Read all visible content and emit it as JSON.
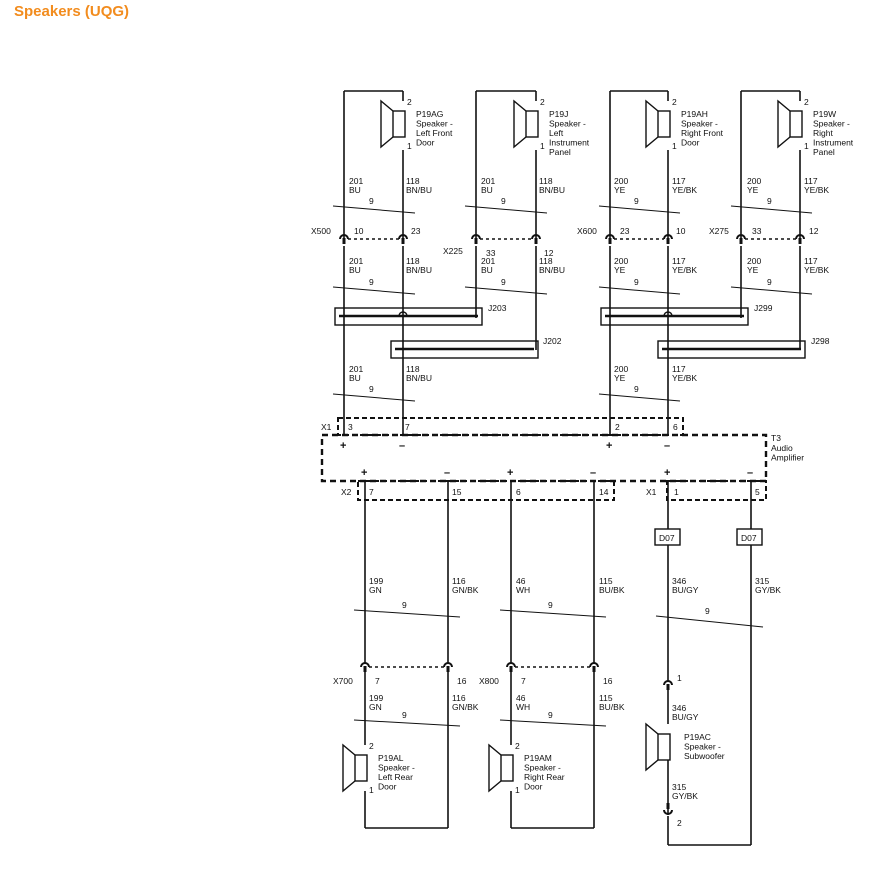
{
  "page": {
    "title": "Speakers (UQG)",
    "colors": {
      "title": "#f28c1e",
      "line": "#111111"
    }
  },
  "diagram": {
    "speakers": [
      {
        "id": "P19AG",
        "name": [
          "Speaker -",
          "Left Front",
          "Door"
        ],
        "pin_top": "2",
        "pin_bottom": "1"
      },
      {
        "id": "P19J",
        "name": [
          "Speaker -",
          "Left",
          "Instrument",
          "Panel"
        ],
        "pin_top": "2",
        "pin_bottom": "1"
      },
      {
        "id": "P19AH",
        "name": [
          "Speaker -",
          "Right Front",
          "Door"
        ],
        "pin_top": "2",
        "pin_bottom": "1"
      },
      {
        "id": "P19W",
        "name": [
          "Speaker -",
          "Right",
          "Instrument",
          "Panel"
        ],
        "pin_top": "2",
        "pin_bottom": "1"
      },
      {
        "id": "P19AL",
        "name": [
          "Speaker -",
          "Left Rear",
          "Door"
        ],
        "pin_top": "2",
        "pin_bottom": "1"
      },
      {
        "id": "P19AM",
        "name": [
          "Speaker -",
          "Right Rear",
          "Door"
        ],
        "pin_top": "2",
        "pin_bottom": "1"
      },
      {
        "id": "P19AC",
        "name": [
          "Speaker -",
          "Subwoofer"
        ],
        "pin_top": "1",
        "pin_bottom": "2"
      }
    ],
    "wires": [
      {
        "circuit": "201",
        "color": "BU"
      },
      {
        "circuit": "118",
        "color": "BN/BU"
      },
      {
        "circuit": "200",
        "color": "YE"
      },
      {
        "circuit": "117",
        "color": "YE/BK"
      },
      {
        "circuit": "199",
        "color": "GN"
      },
      {
        "circuit": "116",
        "color": "GN/BK"
      },
      {
        "circuit": "46",
        "color": "WH"
      },
      {
        "circuit": "115",
        "color": "BU/BK"
      },
      {
        "circuit": "346",
        "color": "BU/GY"
      },
      {
        "circuit": "315",
        "color": "GY/BK"
      }
    ],
    "twist": "9",
    "connectors": [
      {
        "name": "X500",
        "pins": [
          "10",
          "23"
        ]
      },
      {
        "name": "X225",
        "pins": [
          "33",
          "12"
        ]
      },
      {
        "name": "X600",
        "pins": [
          "23",
          "10"
        ]
      },
      {
        "name": "X275",
        "pins": [
          "33",
          "12"
        ]
      },
      {
        "name": "X700",
        "pins": [
          "7",
          "16"
        ]
      },
      {
        "name": "X800",
        "pins": [
          "7",
          "16"
        ]
      }
    ],
    "splices": [
      "J203",
      "J202",
      "J299",
      "J298"
    ],
    "amplifier": {
      "id": "T3",
      "name": [
        "Audio",
        "Amplifier"
      ],
      "x1_top": {
        "name": "X1",
        "pins": [
          "3",
          "7",
          "2",
          "6"
        ]
      },
      "x2": {
        "name": "X2",
        "pins": [
          "7",
          "15",
          "6",
          "14"
        ]
      },
      "x1_bottom": {
        "name": "X1",
        "pins": [
          "1",
          "5"
        ]
      },
      "plus": "+",
      "minus": "–"
    },
    "inline_connector": "D07"
  }
}
